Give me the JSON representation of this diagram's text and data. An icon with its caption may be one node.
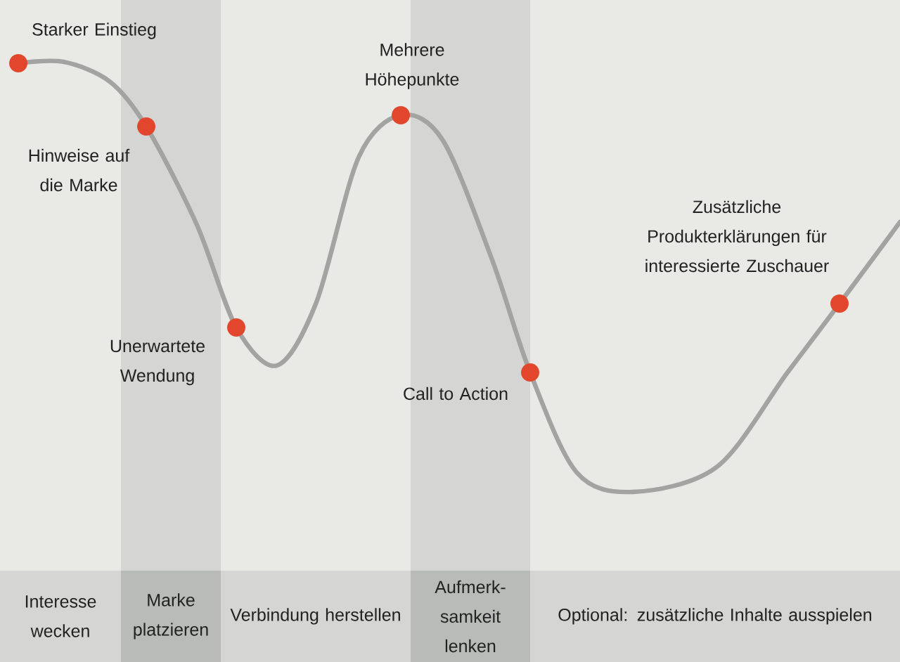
{
  "diagram": {
    "nodes": [
      {
        "text": [],
        "shape": "circle",
        "beside": [
          "Starker Einstieg"
        ]
      },
      {
        "text": [],
        "shape": "circle",
        "beside": [
          "Hinweise auf die Marke"
        ]
      },
      {
        "text": [],
        "shape": "circle",
        "beside": [
          "Unerwartete Wendung"
        ]
      },
      {
        "text": [],
        "shape": "circle",
        "beside": [
          "Mehrere Höhepunkte"
        ]
      },
      {
        "text": [],
        "shape": "circle",
        "beside": [
          "Call to Action"
        ]
      },
      {
        "text": [],
        "shape": "circle",
        "beside": [
          "Zusätzliche Produkterklärungen für interessierte Zuschauer"
        ]
      },
      {
        "text": [
          "Interesse wecken"
        ]
      },
      {
        "text": [
          "Marke platzieren"
        ]
      },
      {
        "text": [
          "Verbindung herstellen"
        ]
      },
      {
        "text": [
          "Aufmerk- samkeit lenken"
        ]
      },
      {
        "text": [
          "Optional: zusätzliche Inhalte ausspielen"
        ]
      }
    ]
  }
}
